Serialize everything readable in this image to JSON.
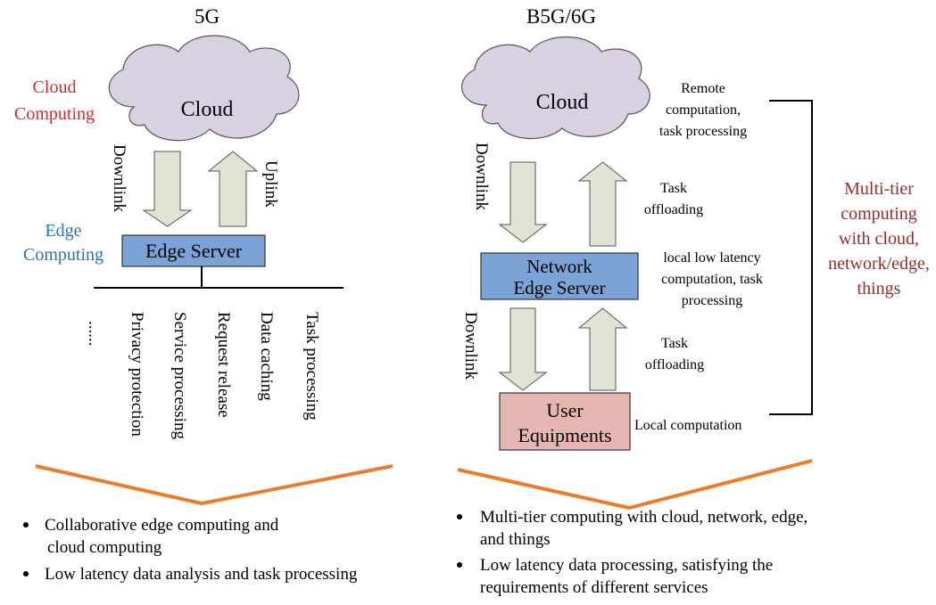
{
  "left": {
    "title": "5G",
    "cloud_label": "Cloud",
    "side_label_cloud": [
      "Cloud",
      "Computing"
    ],
    "side_label_edge": [
      "Edge",
      "Computing"
    ],
    "downlink": "Downlink",
    "uplink": "Uplink",
    "server_label": "Edge  Server",
    "functions": [
      "Task processing",
      "Data caching",
      "Request release",
      "Service processing",
      "Privacy protection",
      "......"
    ],
    "bullets": [
      [
        "Collaborative edge computing and",
        "cloud computing"
      ],
      [
        "Low latency data analysis and task processing"
      ]
    ]
  },
  "right": {
    "title": "B5G/6G",
    "cloud_label": "Cloud",
    "cloud_note": [
      "Remote",
      "computation,",
      "task processing"
    ],
    "downlink_top": "Downlink",
    "offload_top": [
      "Task",
      "offloading"
    ],
    "server_label": [
      "Network",
      "Edge  Server"
    ],
    "server_note": [
      "local low latency",
      "computation, task",
      "processing"
    ],
    "downlink_bottom": "Downlink",
    "offload_bottom": [
      "Task",
      "offloading"
    ],
    "ue_label": [
      "User",
      "Equipments"
    ],
    "ue_note": "Local  computation",
    "bracket_label": [
      "Multi-tier",
      "computing",
      "with cloud,",
      "network/edge,",
      "things"
    ],
    "bullets": [
      [
        "Multi-tier computing with cloud, network, edge,",
        "and things"
      ],
      [
        "Low latency data processing, satisfying the",
        "requirements of different services"
      ]
    ]
  },
  "colors": {
    "cloud_fill": "#d9d0e3",
    "arrow_fill": "#dfe5d2",
    "server_fill": "#7ba3d6",
    "ue_fill": "#e6b6b2",
    "cloud_computing_text": "#e0242c",
    "edge_computing_text": "#2e73b8",
    "multitier_text": "#9b2b2b",
    "chevron": "#ea7d2a"
  }
}
